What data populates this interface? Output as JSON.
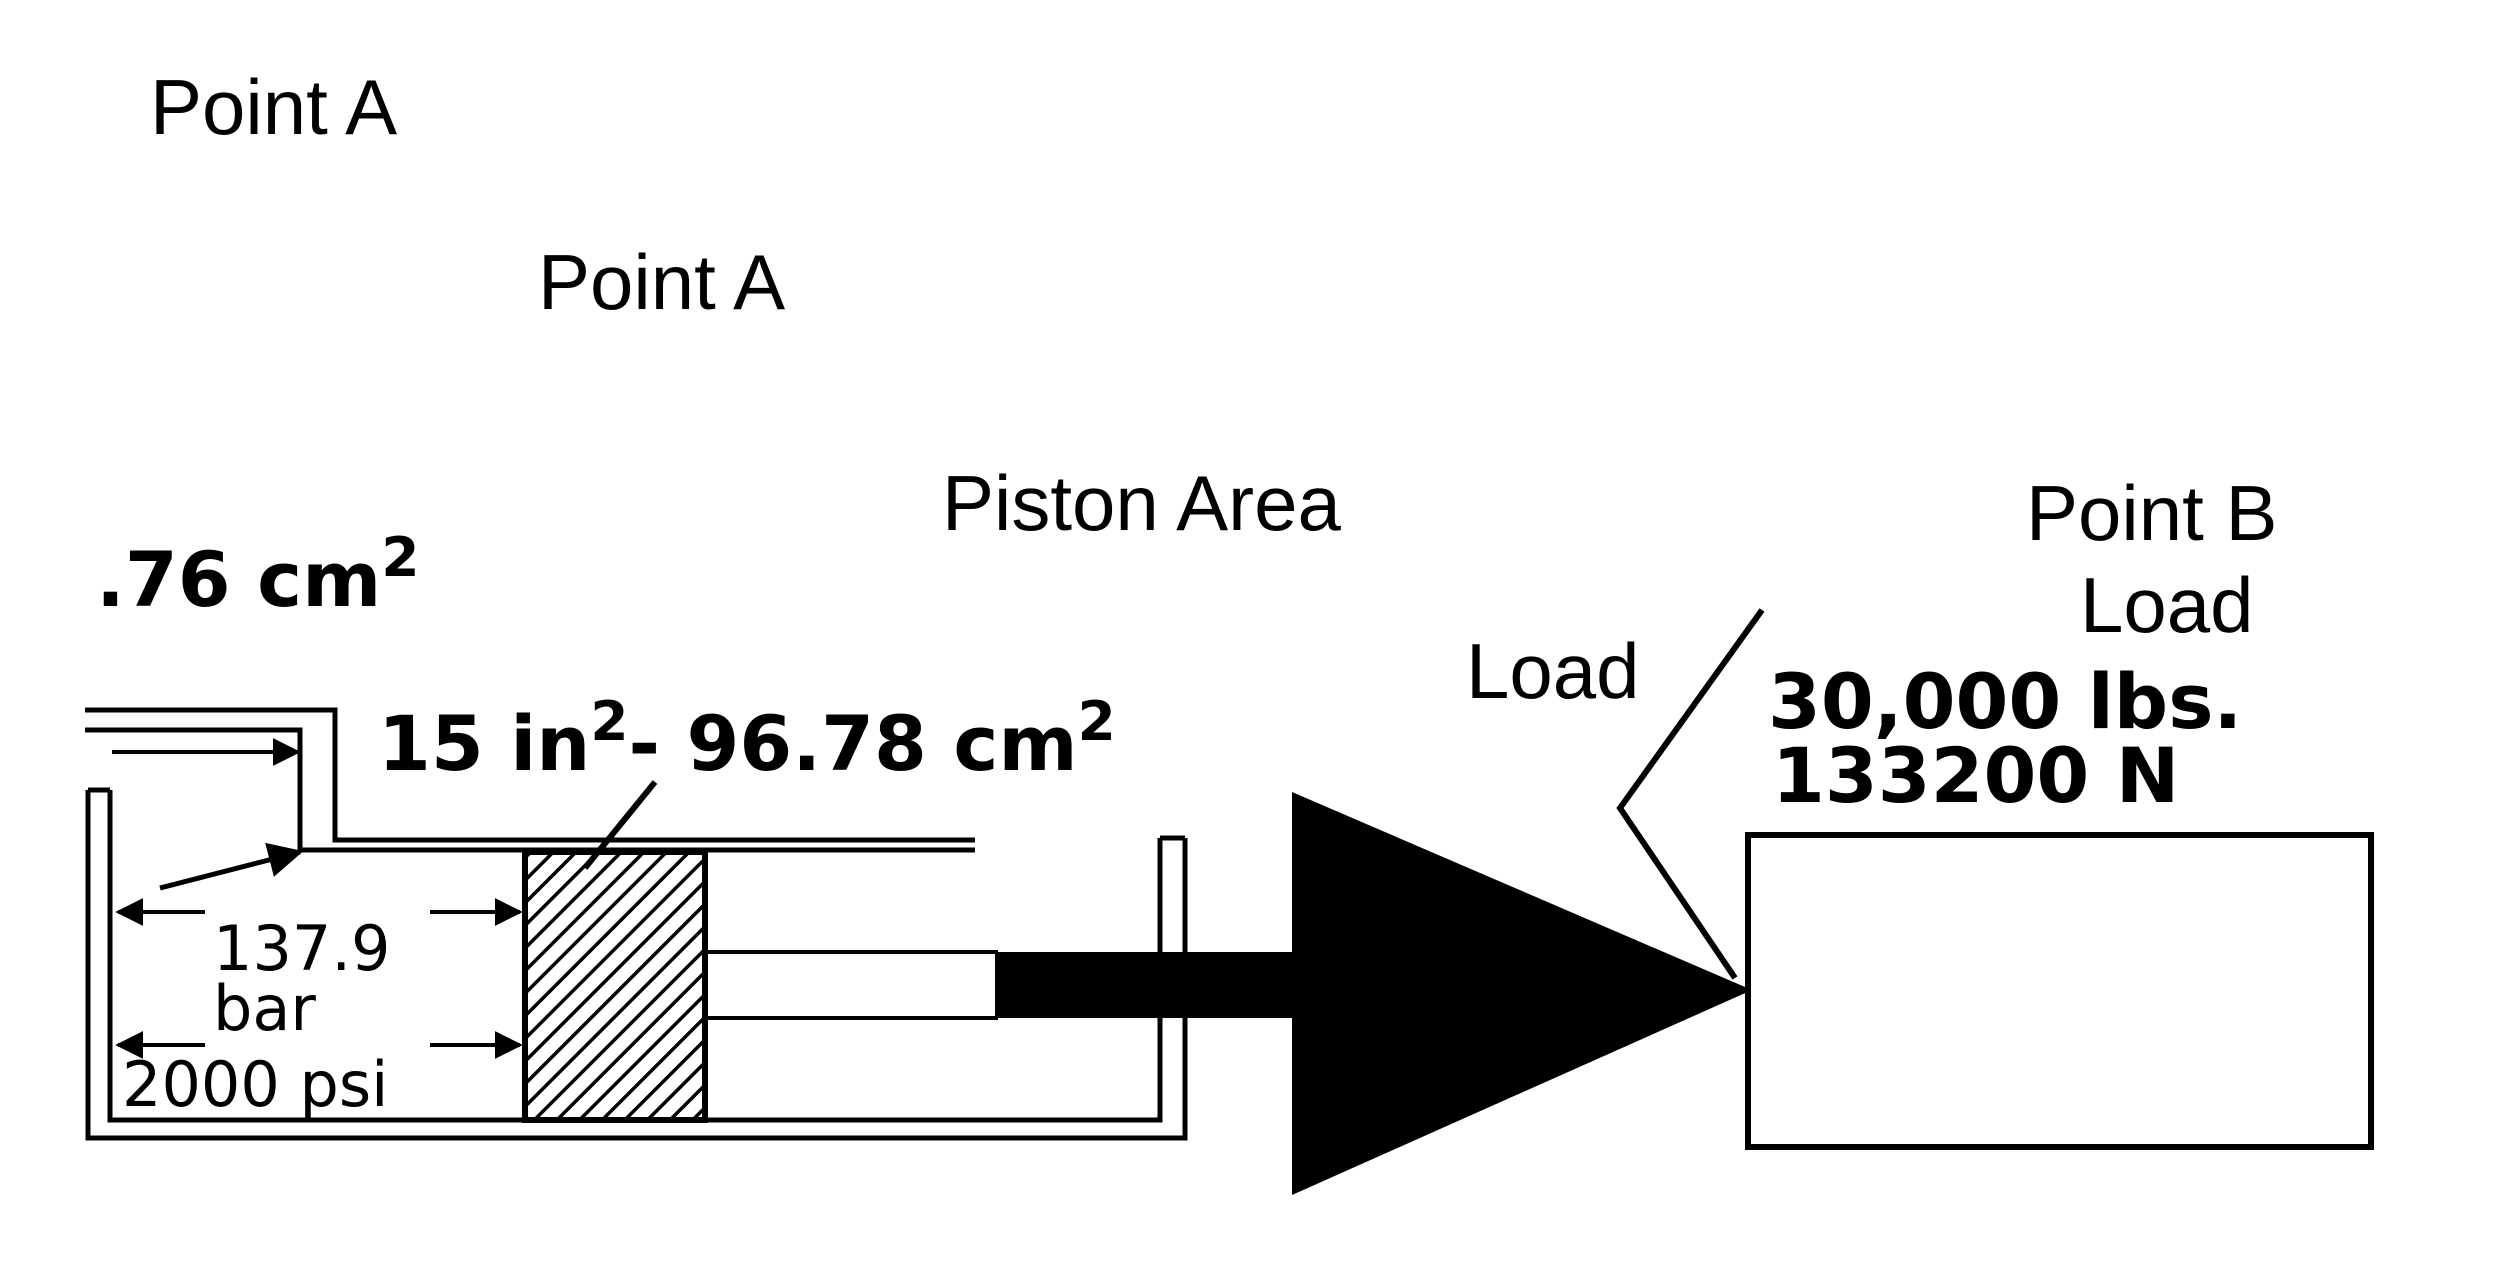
{
  "labels": {
    "point_a_top": "Point A",
    "point_a_second": "Point A",
    "piston_area": "Piston Area",
    "point_b": "Point B",
    "load_right": "Load",
    "load_left": "Load",
    "area_small_value": ".76 cm",
    "area_small_exp": "2",
    "piston_area_in_value": "15 in",
    "piston_area_in_exp": "2",
    "piston_area_cm_value": "- 96.78 cm",
    "piston_area_cm_exp": "2",
    "load_lbs": "30,000 lbs.",
    "load_newtons": "133200 N",
    "pressure_bar_value": "137.9",
    "pressure_bar_unit": "bar",
    "pressure_psi": "2000 psi"
  },
  "colors": {
    "ink": "#000000",
    "background": "#ffffff"
  }
}
